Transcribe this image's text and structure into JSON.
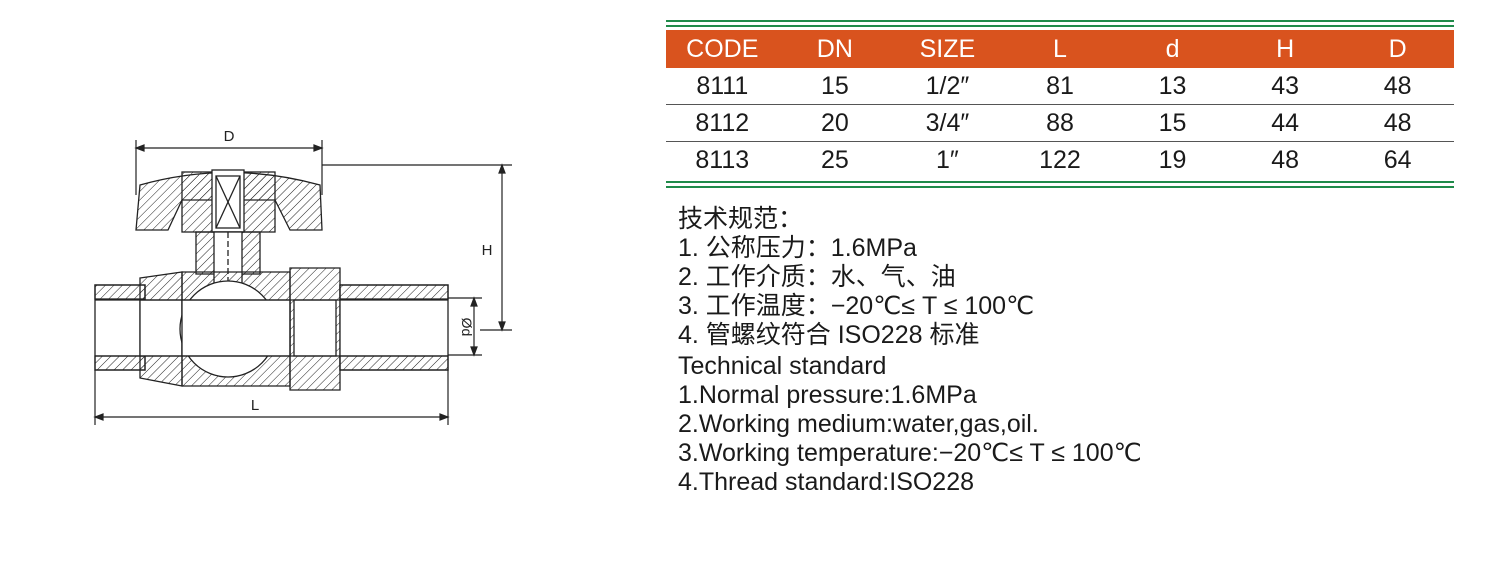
{
  "drawing": {
    "dim_D": "D",
    "dim_H": "H",
    "dim_L": "L",
    "dim_d": "Ød"
  },
  "table": {
    "headers": [
      "CODE",
      "DN",
      "SIZE",
      "L",
      "d",
      "H",
      "D"
    ],
    "rows": [
      [
        "8111",
        "15",
        "1/2″",
        "81",
        "13",
        "43",
        "48"
      ],
      [
        "8112",
        "20",
        "3/4″",
        "88",
        "15",
        "44",
        "48"
      ],
      [
        "8113",
        "25",
        "1″",
        "122",
        "19",
        "48",
        "64"
      ]
    ],
    "header_color": "#d9531e",
    "rule_color": "#1f8a4a"
  },
  "notes_cn": {
    "title": "技术规范：",
    "items": [
      "1. 公称压力：1.6MPa",
      "2. 工作介质：水、气、油",
      "3. 工作温度：−20℃≤ T ≤ 100℃",
      "4. 管螺纹符合 ISO228 标准"
    ]
  },
  "notes_en": {
    "title": "Technical standard",
    "items": [
      "1.Normal pressure:1.6MPa",
      "2.Working medium:water,gas,oil.",
      "3.Working temperature:−20℃≤ T ≤ 100℃",
      "4.Thread standard:ISO228"
    ]
  }
}
